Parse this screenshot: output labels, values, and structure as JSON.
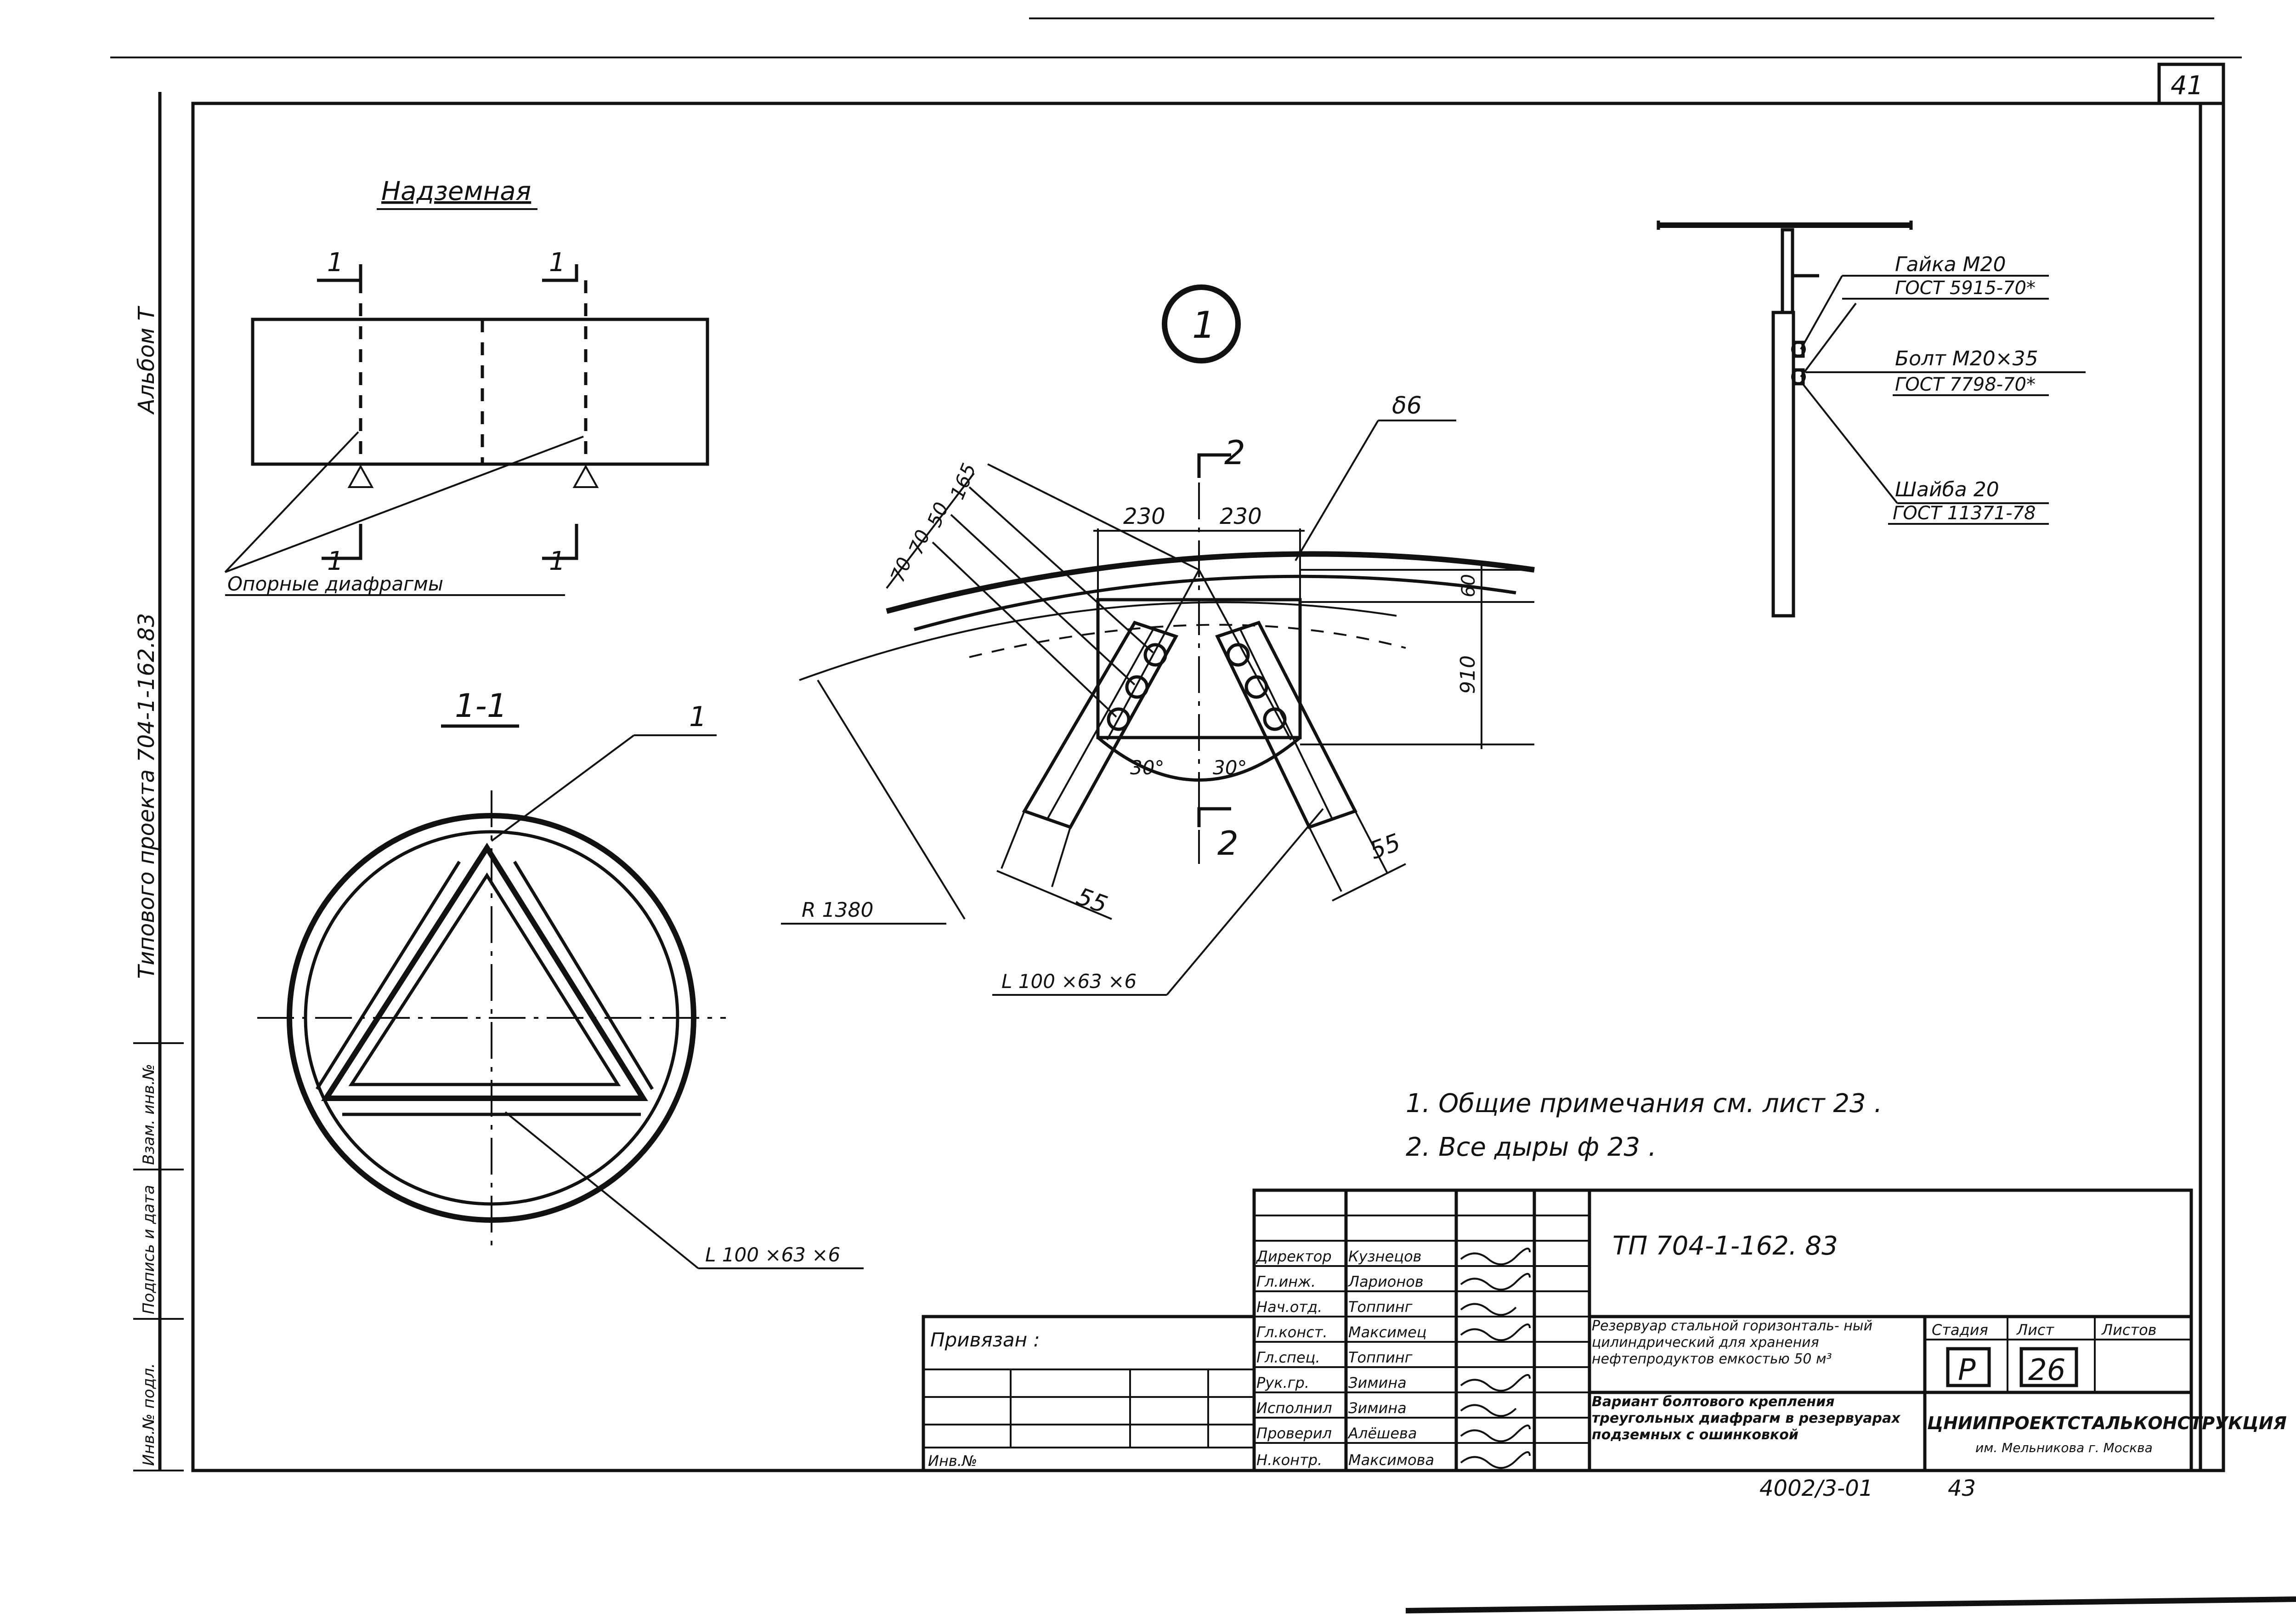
{
  "sheet_number": "41",
  "binding_strip": {
    "album_label": "Альбом Т",
    "project_label": "Типового проекта 704-1-162.83",
    "fields": [
      "Инв.№ подл.",
      "Подпись и дата",
      "Взам. инв.№"
    ]
  },
  "view_above_ground": {
    "title": "Надземная",
    "section_mark": "1",
    "leader_label": "Опорные   диафрагмы"
  },
  "section_1_1": {
    "title": "1-1",
    "callout": "1",
    "profile_label": "L 100 ×63 ×6"
  },
  "node_1": {
    "node_number": "1",
    "section_mark": "2",
    "plate_thickness": "δ6",
    "dim_half_left": "230",
    "dim_half_right": "230",
    "dim_top": "60",
    "dim_height": "910",
    "dim_bolt_pitch": [
      "70",
      "70",
      "50",
      "165"
    ],
    "angle_left": "30°",
    "angle_right": "30°",
    "edge_left": "55",
    "edge_right": "55",
    "radius": "R 1380",
    "profile_label": "L 100 ×63 ×6"
  },
  "fasteners": [
    {
      "name": "Гайка М20",
      "standard": "ГОСТ 5915-70*"
    },
    {
      "name": "Болт М20×35",
      "standard": "ГОСТ 7798-70*"
    },
    {
      "name": "Шайба 20",
      "standard": "ГОСТ 11371-78"
    }
  ],
  "notes": [
    "1. Общие примечания см. лист 23 .",
    "2. Все дыры ф 23 ."
  ],
  "title_block": {
    "document_code": "ТП 704-1-162. 83",
    "tied_label": "Привязан :",
    "inv_label": "Инв.№",
    "roles": [
      {
        "role": "Директор",
        "name": "Кузнецов"
      },
      {
        "role": "Гл.инж.",
        "name": "Ларионов"
      },
      {
        "role": "Нач.отд.",
        "name": "Топпинг"
      },
      {
        "role": "Гл.конст.",
        "name": "Максимец"
      },
      {
        "role": "Гл.спец.",
        "name": "Топпинг"
      },
      {
        "role": "Рук.гр.",
        "name": "Зимина"
      },
      {
        "role": "Исполнил",
        "name": "Зимина"
      },
      {
        "role": "Проверил",
        "name": "Алёшева"
      },
      {
        "role": "Н.контр.",
        "name": "Максимова"
      }
    ],
    "object_name": "Резервуар стальной горизонталь- ный цилиндрический для хранения нефтепродуктов емкостью 50 м³",
    "sheet_title": "Вариант болтового крепления треугольных диафрагм в резервуарах подземных с ошинковкой",
    "stage_label": "Стадия",
    "sheet_label": "Лист",
    "sheets_label": "Листов",
    "stage_value": "Р",
    "sheet_value": "26",
    "organization": "ЦНИИПРОЕКТСТАЛЬКОНСТРУКЦИЯ",
    "organization_sub": "им. Мельникова г. Москва"
  },
  "footer_stamp": "4002/3-01",
  "footer_page": "43"
}
